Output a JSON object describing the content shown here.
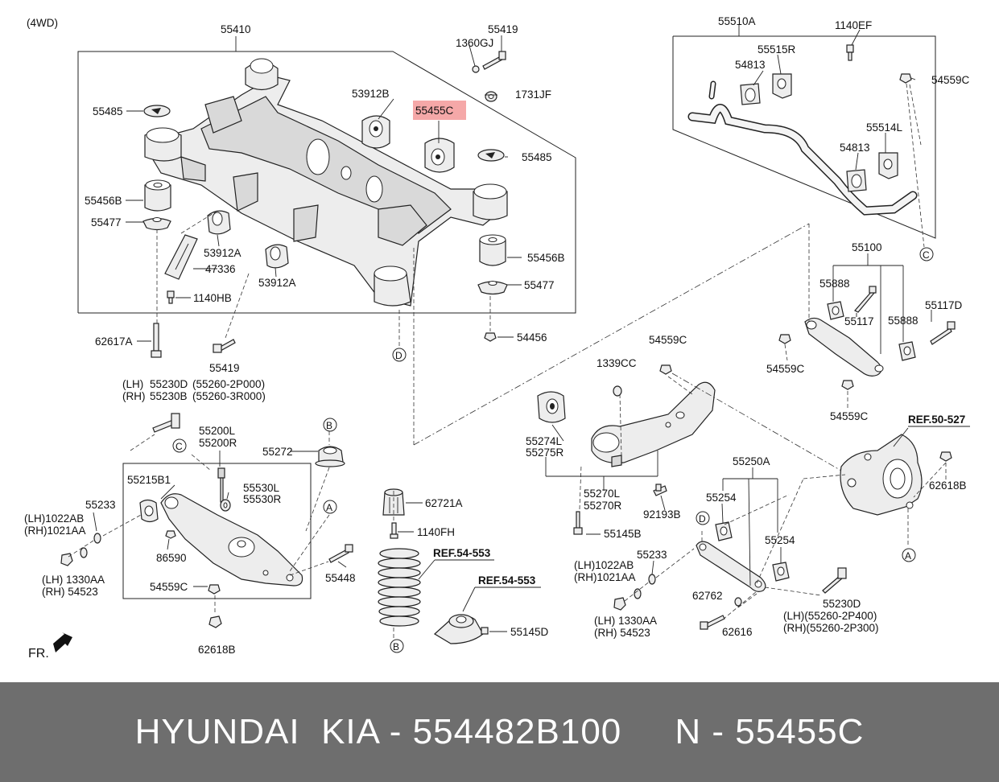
{
  "diagram": {
    "corner_label": "(4WD)",
    "front_label": "FR.",
    "highlight_color": "#f28b8b",
    "labels": {
      "l55410": "55410",
      "l55419a": "55419",
      "l1360GJ": "1360GJ",
      "l1731JF": "1731JF",
      "l53912Ba": "53912B",
      "l55455C": "55455C",
      "l55485a": "55485",
      "l55485b": "55485",
      "l55456Ba": "55456B",
      "l55477a": "55477",
      "l53912Aa": "53912A",
      "l47336": "47336",
      "l53912Ab": "53912A",
      "l1140HB": "1140HB",
      "l55456Bb": "55456B",
      "l55477b": "55477",
      "l54456": "54456",
      "l62617A": "62617A",
      "l55419b": "55419",
      "calloutD1": "D",
      "l55510A": "55510A",
      "l1140EF": "1140EF",
      "l55515R": "55515R",
      "l54813a": "54813",
      "l54559Ca": "54559C",
      "l55514L": "55514L",
      "l54813b": "54813",
      "calloutC1": "C",
      "l55100": "55100",
      "l55888a": "55888",
      "l55117": "55117",
      "l55117D": "55117D",
      "l55888b": "55888",
      "l54559Cb": "54559C",
      "l54559Cc": "54559C",
      "l54559Cd": "54559C",
      "lREF50": "REF.50-527",
      "l62618Ba": "62618B",
      "calloutA1": "A",
      "lLH1": "(LH)",
      "lRH1": "(RH)",
      "l55230D": "55230D",
      "l55230B": "55230B",
      "l552602P000": "(55260-2P000)",
      "l552603R000": "(55260-3R000)",
      "l55200L": "55200L",
      "l55200R": "55200R",
      "calloutC2": "C",
      "calloutB1": "B",
      "l55272": "55272",
      "l55215B1": "55215B1",
      "l55530L": "55530L",
      "l55530R": "55530R",
      "calloutA2": "A",
      "l55233a": "55233",
      "l1022ABa": "(LH)1022AB",
      "l1021AAa": "(RH)1021AA",
      "l86590": "86590",
      "l55448": "55448",
      "l1330AAa": "(LH) 1330AA",
      "l54523a": "(RH)  54523",
      "l54559Ce": "54559C",
      "l62618Bb": "62618B",
      "l1339CC": "1339CC",
      "l55274L": "55274L",
      "l55275R": "55275R",
      "l55270L": "55270L",
      "l55270R": "55270R",
      "l92193B": "92193B",
      "l55145B": "55145B",
      "l62721A": "62721A",
      "l1140FH": "1140FH",
      "lREF54a": "REF.54-553",
      "lREF54b": "REF.54-553",
      "l55145D": "55145D",
      "calloutB2": "B",
      "l55250A": "55250A",
      "l55254a": "55254",
      "l55254b": "55254",
      "calloutD2": "D",
      "l1022ABb": "(LH)1022AB",
      "l1021AAb": "(RH)1021AA",
      "l55233b": "55233",
      "l1330AAb": "(LH) 1330AA",
      "l54523b": "(RH)   54523",
      "l62762": "62762",
      "l62616": "62616",
      "l55230Db": "55230D",
      "l552602P400": "(LH)(55260-2P400)",
      "l552602P300": "(RH)(55260-2P300)"
    }
  },
  "banner": {
    "text": "HYUNDAI  KIA - 554482B100     N - 55455C",
    "background": "#6e6e6e",
    "text_color": "#ffffff"
  }
}
